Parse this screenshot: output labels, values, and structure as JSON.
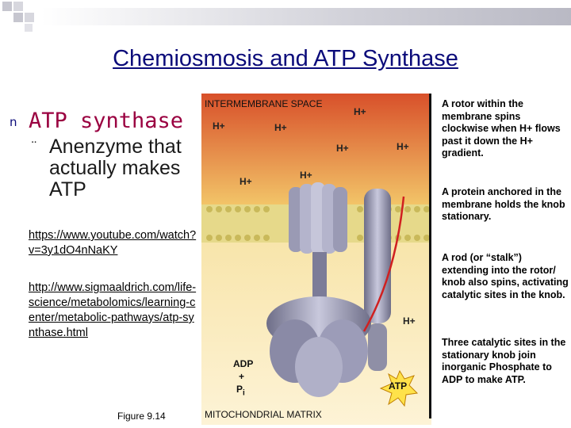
{
  "slide": {
    "title": "Chemiosmosis and ATP Synthase",
    "bullet": "n",
    "heading": "ATP synthase",
    "sub_bullet": "¨",
    "sub_text": "Anenzyme that actually makes ATP",
    "link1": "https://www.youtube.com/watch?v=3y1dO4nNaKY",
    "link2": "http://www.sigmaaldrich.com/life-science/metabolomics/learning-center/metabolic-pathways/atp-synthase.html",
    "figure_label": "Figure 9.14"
  },
  "diagram": {
    "top_label": "INTERMEMBRANE SPACE",
    "bottom_label": "MITOCHONDRIAL MATRIX",
    "h_plus": "H+",
    "adp": "ADP",
    "plus": "+",
    "pi": "P",
    "pi_sub": "i",
    "atp": "ATP"
  },
  "callouts": [
    "A rotor within the membrane spins clockwise when H+ flows past it down the H+ gradient.",
    "A protein anchored in the membrane holds the knob stationary.",
    "A rod (or “stalk”) extending into the rotor/ knob also spins, activating catalytic sites in the knob.",
    "Three catalytic sites in the stationary knob join inorganic Phosphate to ADP to make ATP."
  ],
  "colors": {
    "title": "#0b0b7a",
    "heading": "#9a0040",
    "space_gradient_top": "#d8502a",
    "space_gradient_bottom": "#f2c468",
    "matrix": "#fbeec4",
    "atp_star": "#ffe24a"
  }
}
